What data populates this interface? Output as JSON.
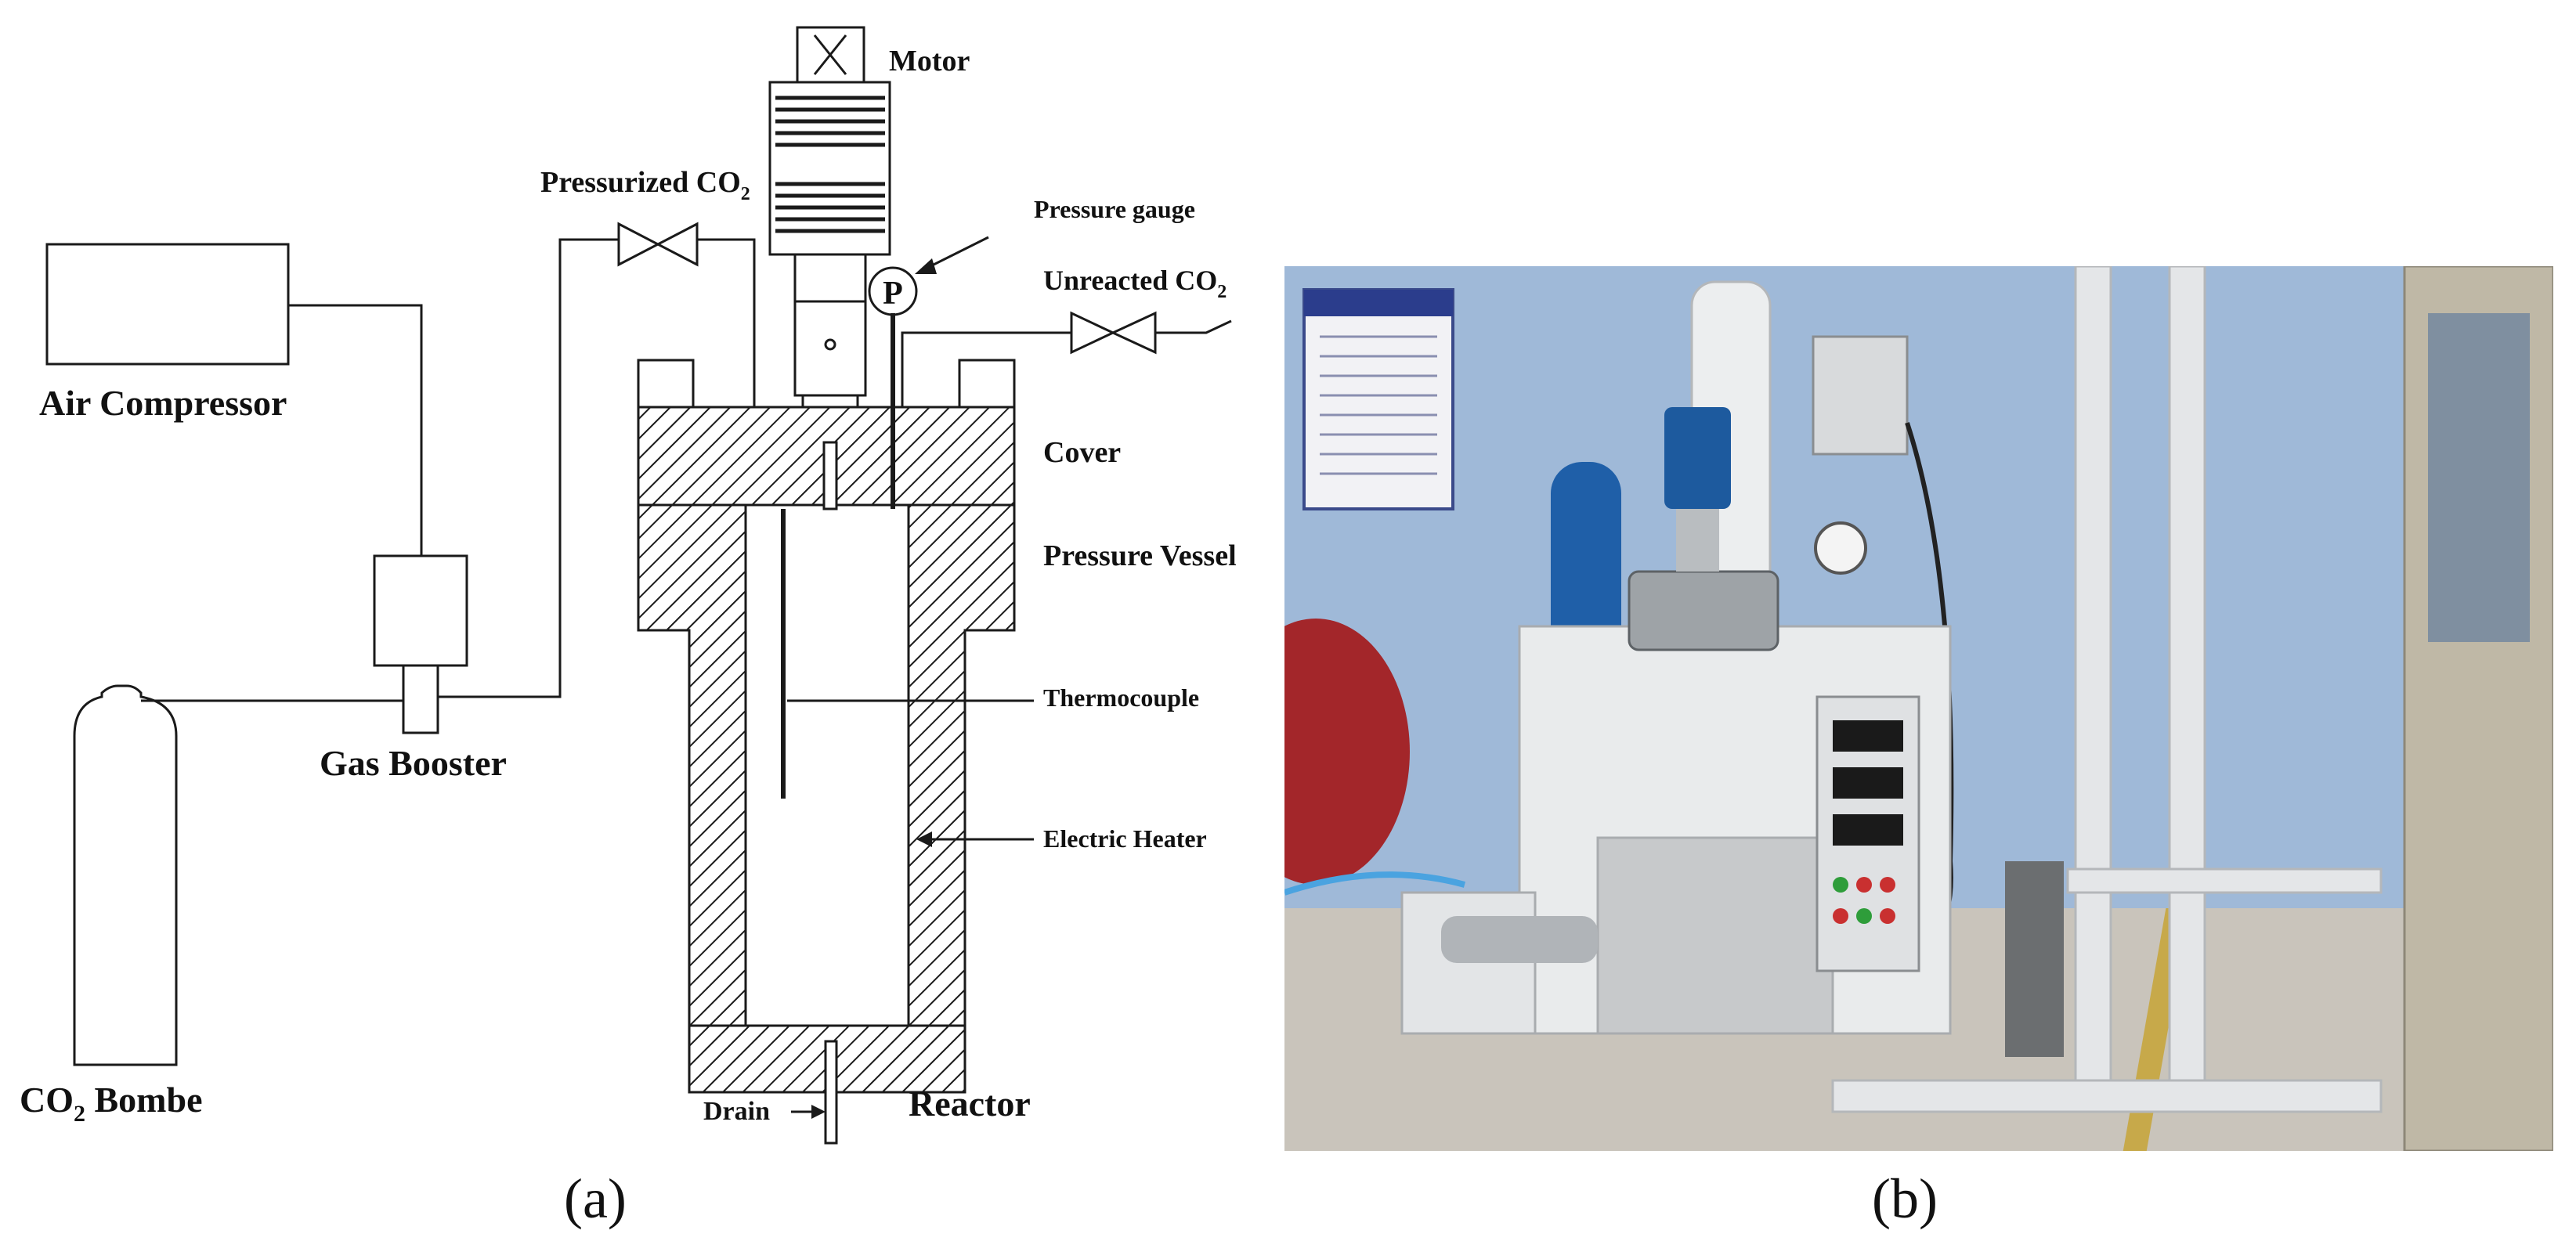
{
  "panel_a": {
    "caption": "(a)",
    "labels": {
      "motor": "Motor",
      "pressurized_co2": "Pressurized CO",
      "pressurized_co2_sub": "2",
      "pressure_gauge": "Pressure gauge",
      "gauge_symbol": "P",
      "unreacted_co2": "Unreacted CO",
      "unreacted_co2_sub": "2",
      "air_compressor": "Air Compressor",
      "cover": "Cover",
      "pressure_vessel": "Pressure Vessel",
      "thermocouple": "Thermocouple",
      "gas_booster": "Gas Booster",
      "electric_heater": "Electric Heater",
      "co2_bombe_pre": "CO",
      "co2_bombe_sub": "2",
      "co2_bombe_post": " Bombe",
      "drain": "Drain",
      "reactor": "Reactor"
    }
  },
  "panel_b": {
    "caption": "(b)"
  },
  "colors": {
    "line": "#1a1a1a",
    "wall_blue": "#9fb9d8",
    "floor": "#c9c4bb",
    "machine_white": "#e9ebec",
    "cylinder_blue": "#1f5fa8",
    "tank_red": "#a3262a",
    "motor_blue": "#1d5a9e"
  }
}
